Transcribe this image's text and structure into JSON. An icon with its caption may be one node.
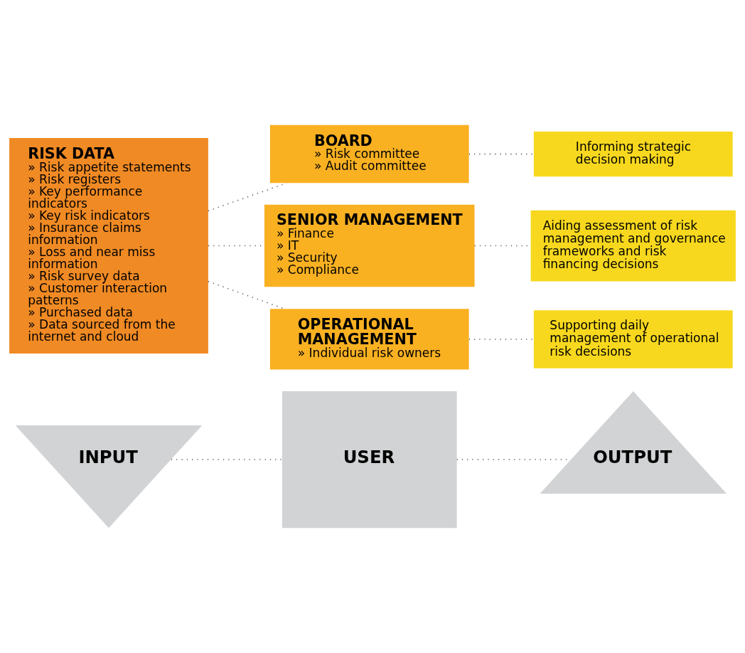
{
  "diagram": {
    "nodes": [
      {
        "text": [
          "INPUT"
        ]
      },
      {
        "text": [
          "USER"
        ]
      },
      {
        "text": [
          "OUTPUT"
        ]
      },
      {
        "text": [
          "RISK DATA",
          "» Risk appetite statements",
          "» Risk registers",
          "» Key performance indicators",
          "» Key risk indicators",
          "» Insurance claims information",
          "» Loss and near miss information",
          "» Risk survey data",
          "» Customer interaction patterns",
          "» Purchased data",
          "» Data sourced from the internet and cloud"
        ]
      },
      {
        "text": [
          "BOARD",
          "» Risk committee",
          "» Audit committee"
        ]
      },
      {
        "text": [
          "SENIOR MANAGEMENT",
          "» Finance",
          "» IT",
          "» Security",
          "» Compliance"
        ]
      },
      {
        "text": [
          "OPERATIONAL MANAGEMENT",
          "» Individual risk owners"
        ]
      },
      {
        "text": [
          "Informing strategic decision making"
        ]
      },
      {
        "text": [
          "Aiding assessment of risk management and governance frameworks and risk financing decisions"
        ]
      },
      {
        "text": [
          "Supporting daily management of operational risk decisions"
        ]
      }
    ],
    "edges": [
      {
        "from": 0,
        "to": 1,
        "arrow": "none"
      },
      {
        "from": 1,
        "to": 2,
        "arrow": "none"
      },
      {
        "from": 3,
        "to": 4,
        "arrow": "none"
      },
      {
        "from": 3,
        "to": 5,
        "arrow": "none"
      },
      {
        "from": 3,
        "to": 6,
        "arrow": "none"
      },
      {
        "from": 4,
        "to": 7,
        "arrow": "none"
      },
      {
        "from": 5,
        "to": 8,
        "arrow": "none"
      },
      {
        "from": 6,
        "to": 9,
        "arrow": "none"
      }
    ]
  }
}
